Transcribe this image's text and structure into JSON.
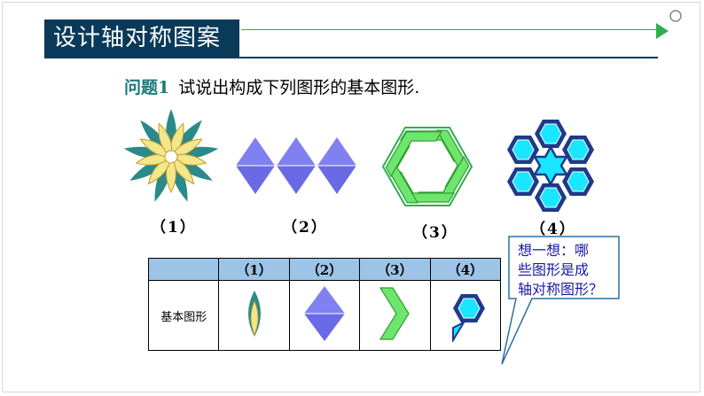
{
  "title": "设计轴对称图案",
  "question": {
    "label": "问题1",
    "text": "试说出构成下列图形的基本图形."
  },
  "captions": [
    "（1）",
    "（2）",
    "（3）",
    "（4）"
  ],
  "table": {
    "headers": [
      "",
      "（1）",
      "（2）",
      "（3）",
      "（4）"
    ],
    "row_label": "基本图形"
  },
  "callout": {
    "lines": [
      "想一想：哪",
      "些图形是成",
      "轴对称图形？"
    ]
  },
  "colors": {
    "title_bg": "#0a3a5a",
    "accent_green": "#2eae4e",
    "diamond": "#7e7ef0",
    "arrow_green": "#6ee66e",
    "hex_cyan": "#19e6ff",
    "hex_navy": "#1e3a8a",
    "table_header": "#9dc3e6",
    "callout_text": "#1a1aa6"
  }
}
